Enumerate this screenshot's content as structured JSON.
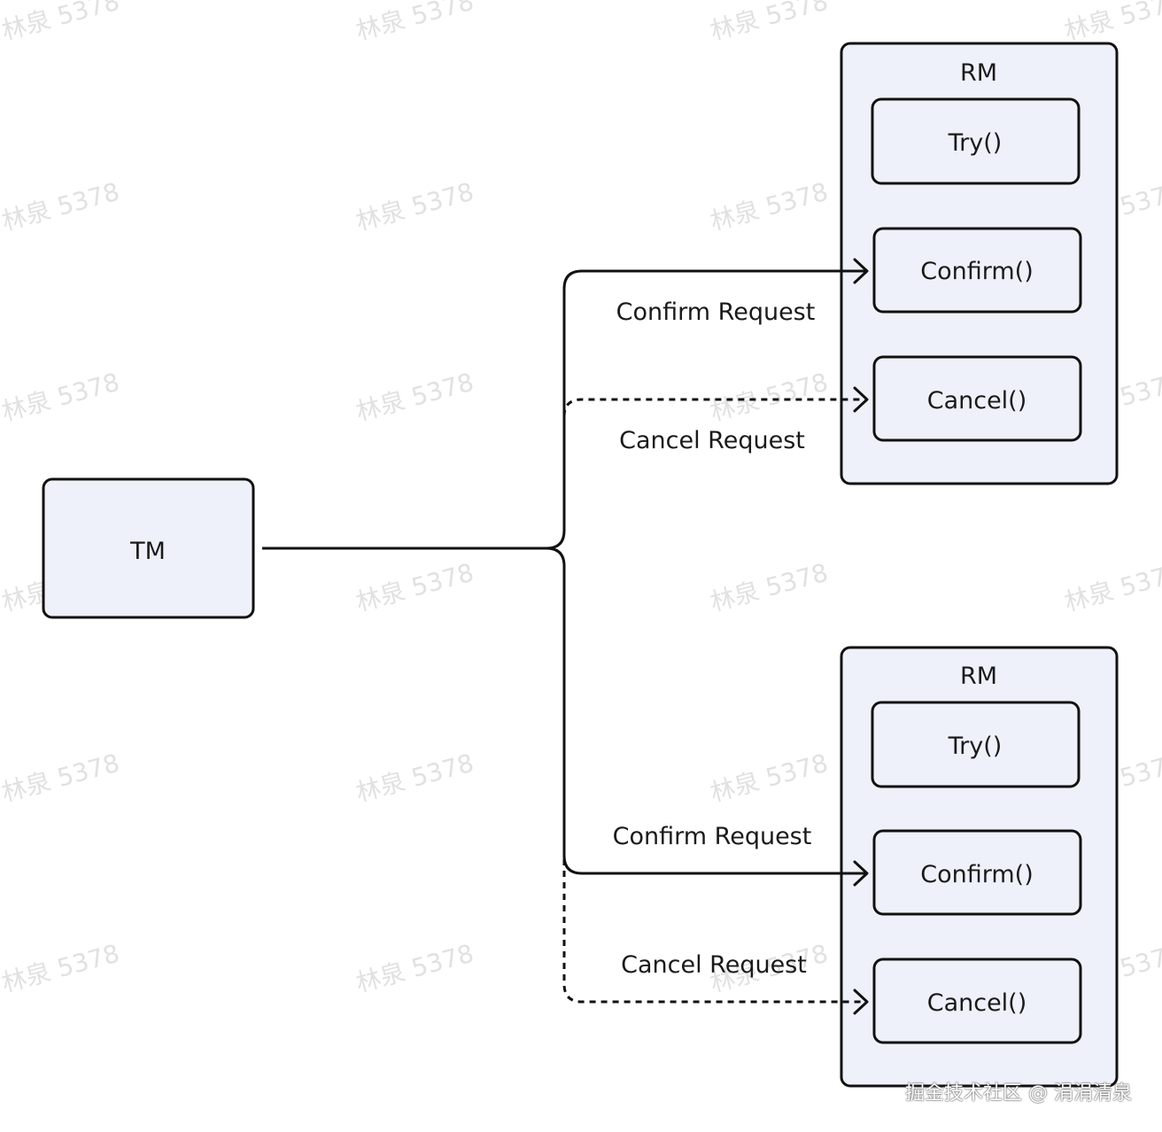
{
  "nodes": {
    "tm": "TM",
    "rm1": {
      "title": "RM",
      "methods": {
        "try": "Try()",
        "confirm": "Confirm()",
        "cancel": "Cancel()"
      }
    },
    "rm2": {
      "title": "RM",
      "methods": {
        "try": "Try()",
        "confirm": "Confirm()",
        "cancel": "Cancel()"
      }
    }
  },
  "edges": {
    "rm1_confirm": "Confirm Request",
    "rm1_cancel": "Cancel Request",
    "rm2_confirm": "Confirm Request",
    "rm2_cancel": "Cancel Request"
  },
  "watermark": "林泉 5378",
  "footer": "掘金技术社区 @ 涓涓清泉",
  "colors": {
    "node_fill": "#eef1f9",
    "stroke": "#111111",
    "text": "#1a1a1a"
  }
}
